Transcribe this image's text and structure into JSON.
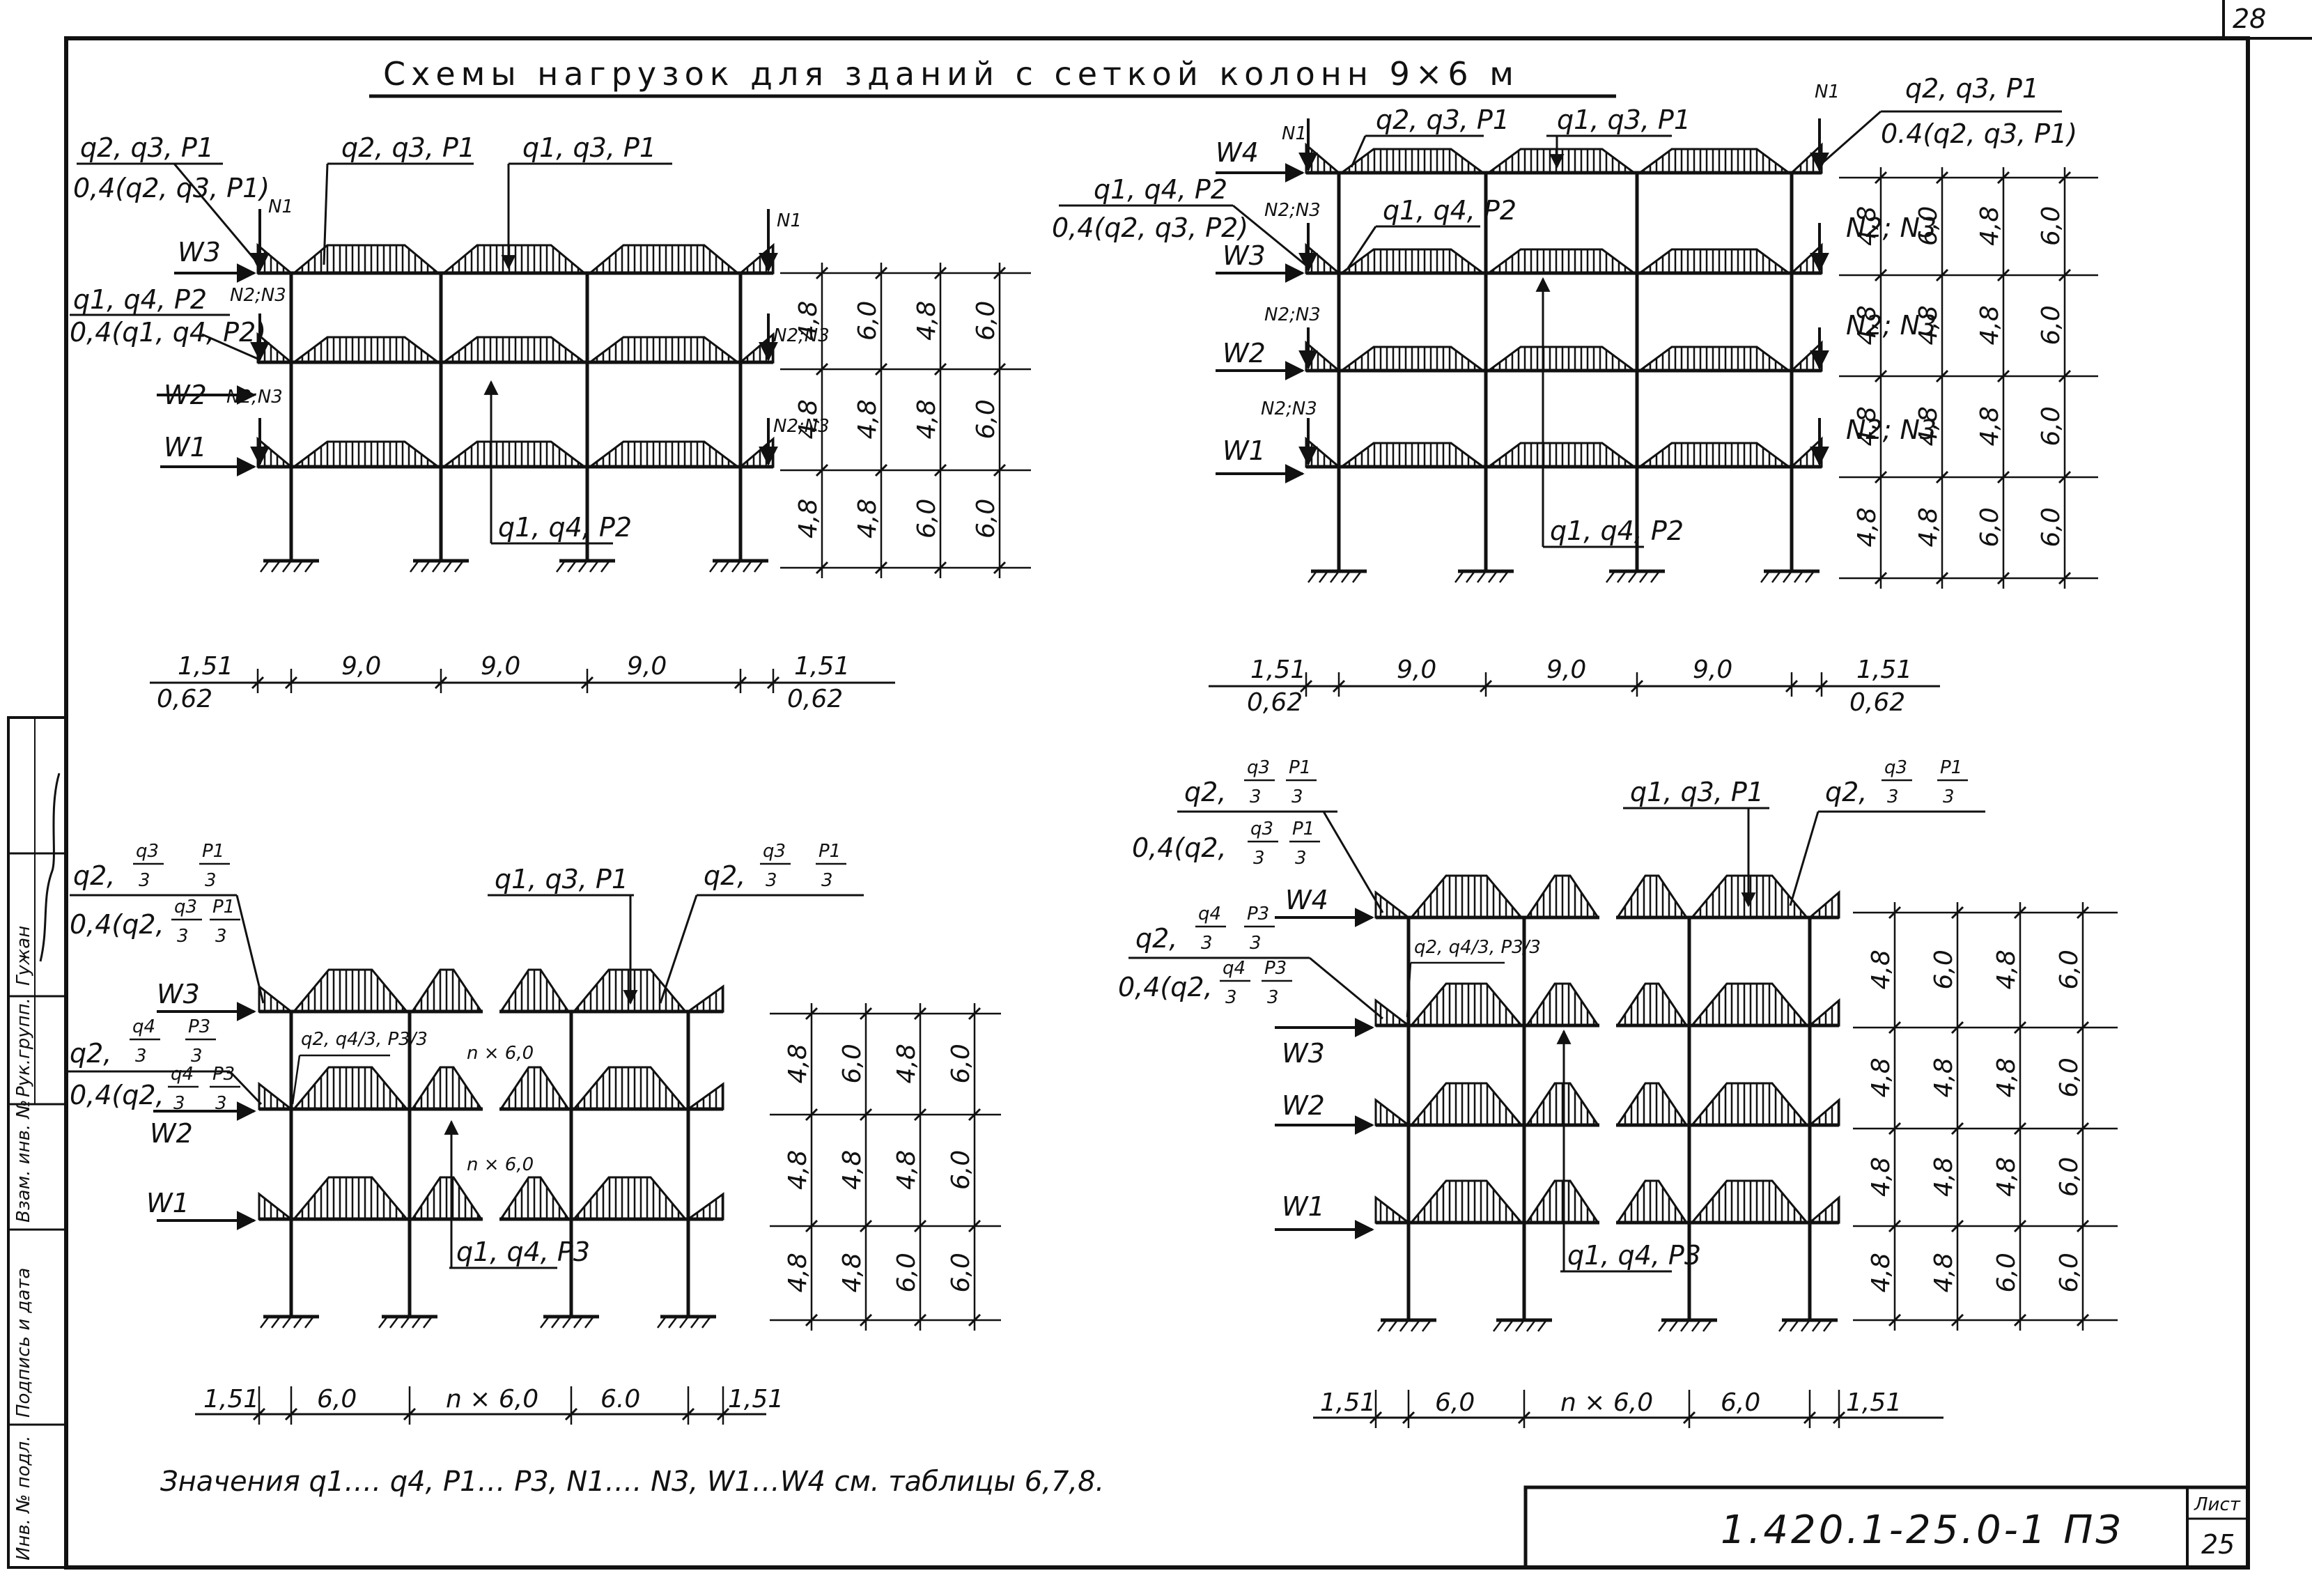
{
  "sheet": {
    "title": "Схемы нагрузок для зданий с сеткой колонн 9×6 м",
    "page_number": "28",
    "list_label": "Лист",
    "list_number": "25",
    "document_code": "1.420.1-25.0-1 ПЗ",
    "note": "Значения q1…. q4, P1… P3, N1…. N3, W1…W4 см. таблицы 6,7,8."
  },
  "side_stamp": {
    "inv_podl": "Инв. № подл.",
    "podpis_data": "Подпись и дата",
    "vzam_inv": "Взам. инв. №",
    "ruk_gr": "Рук.групп.",
    "name": "Гужан"
  },
  "top_left": {
    "lbl_left_top": "q2, q3, P1",
    "lbl_left_mid": "0,4(q2, q3, P1)",
    "lbl_beam_a": "q2, q3, P1",
    "lbl_beam_b": "q1, q3, P1",
    "lbl_left_2": "q1, q4, P2",
    "lbl_left_2b": "0,4(q1, q4, P2)",
    "lbl_bottom": "q1, q4, P2",
    "w3": "W3",
    "w2": "W2",
    "w1": "W1",
    "n1": "N1",
    "n1r": "N1",
    "n23a": "N2;N3",
    "n23b": "N2;N3",
    "n23c": "N2;N3",
    "n23d": "N2;N3",
    "dim_1": "1,51",
    "dim_1b": "0,62",
    "dim_2": "9,0",
    "dim_3": "9,0",
    "dim_4": "9,0",
    "dim_5": "1,51",
    "dim_5b": "0,62",
    "heights": [
      [
        "4,8",
        "6,0",
        "4,8",
        "6,0"
      ],
      [
        "4,8",
        "4,8",
        "4,8",
        "6,0"
      ],
      [
        "4,8",
        "4,8",
        "6,0",
        "6,0"
      ]
    ]
  },
  "top_right": {
    "lbl_n1": "N1",
    "lbl_n1r": "N1",
    "lbl_top_r": "q2, q3, P1",
    "lbl_top_r2": "0.4(q2, q3, P1)",
    "lbl_beam_a": "q2, q3, P1",
    "lbl_beam_b": "q1, q3, P1",
    "lbl_left_1": "q1, q4, P2",
    "lbl_left_1b": "0,4(q2, q3, P2)",
    "lbl_beam_c": "q1, q4, P2",
    "lbl_bottom": "q1, q4, P2",
    "w4": "W4",
    "w3": "W3",
    "w2": "W2",
    "w1": "W1",
    "n23a": "N2;N3",
    "n23b": "N2;N3",
    "n23c": "N2;N3",
    "n23r1": "N2; N3",
    "n23r2": "N2; N3",
    "n23r3": "N2; N3",
    "dim_1": "1,51",
    "dim_1b": "0,62",
    "dim_2": "9,0",
    "dim_3": "9,0",
    "dim_4": "9,0",
    "dim_5": "1,51",
    "dim_5b": "0,62",
    "heights": [
      [
        "4,8",
        "6,0",
        "4,8",
        "6,0"
      ],
      [
        "4,8",
        "4,8",
        "4,8",
        "6,0"
      ],
      [
        "4,8",
        "4,8",
        "4,8",
        "6,0"
      ],
      [
        "4,8",
        "4,8",
        "6,0",
        "6,0"
      ]
    ]
  },
  "bottom_left": {
    "lbl_a1": "q2,",
    "lbl_a1f1": "q3",
    "lbl_a1f1d": "3",
    "lbl_a1f2": "P1",
    "lbl_a1f2d": "3",
    "lbl_a2": "0,4(q2,",
    "lbl_a2f1": "q3",
    "lbl_a2f1d": "3",
    "lbl_a2f2": "P1",
    "lbl_a2f2d": "3",
    "lbl_beam_b": "q1, q3, P1",
    "lbl_r1": "q2,",
    "lbl_r1f1": "q3",
    "lbl_r1f1d": "3",
    "lbl_r1f2": "P1",
    "lbl_r1f2d": "3",
    "lbl_l2": "q2,",
    "lbl_l2f1": "q4",
    "lbl_l2f1d": "3",
    "lbl_l2f2": "P3",
    "lbl_l2f2d": "3",
    "lbl_l3": "0,4(q2,",
    "lbl_l3f1": "q4",
    "lbl_l3f1d": "3",
    "lbl_l3f2": "P3",
    "lbl_l3f2d": "3",
    "lbl_inner": "q2, q4/3, P3/3",
    "lbl_bottom": "q1, q4, P3",
    "w3": "W3",
    "w2": "W2",
    "w1": "W1",
    "dim_1": "1,51",
    "dim_2": "6,0",
    "dim_3": "n × 6,0",
    "dim_4": "6.0",
    "dim_5": "1,51",
    "heights": [
      [
        "4,8",
        "6,0",
        "4,8",
        "6,0"
      ],
      [
        "4,8",
        "4,8",
        "4,8",
        "6,0"
      ],
      [
        "4,8",
        "4,8",
        "6,0",
        "6,0"
      ]
    ]
  },
  "bottom_right": {
    "lbl_a1": "q2,",
    "lbl_a1f1": "q3",
    "lbl_a1f1d": "3",
    "lbl_a1f2": "P1",
    "lbl_a1f2d": "3",
    "lbl_a2": "0,4(q2,",
    "lbl_a2f1": "q3",
    "lbl_a2f1d": "3",
    "lbl_a2f2": "P1",
    "lbl_a2f2d": "3",
    "lbl_beam_b": "q1, q3, P1",
    "lbl_r1": "q2,",
    "lbl_r1f1": "q3",
    "lbl_r1f1d": "3",
    "lbl_r1f2": "P1",
    "lbl_r1f2d": "3",
    "lbl_l2": "q2,",
    "lbl_l2f1": "q4",
    "lbl_l2f1d": "3",
    "lbl_l2f2": "P3",
    "lbl_l2f2d": "3",
    "lbl_l3": "0,4(q2,",
    "lbl_l3f1": "q4",
    "lbl_l3f1d": "3",
    "lbl_l3f2": "P3",
    "lbl_l3f2d": "3",
    "lbl_inner": "q2, q4/3, P3/3",
    "lbl_bottom": "q1, q4, P3",
    "w4": "W4",
    "w3": "W3",
    "w2": "W2",
    "w1": "W1",
    "dim_1": "1,51",
    "dim_2": "6,0",
    "dim_3": "n × 6,0",
    "dim_4": "6,0",
    "dim_5": "1,51",
    "heights": [
      [
        "4,8",
        "6,0",
        "4,8",
        "6,0"
      ],
      [
        "4,8",
        "4,8",
        "4,8",
        "6,0"
      ],
      [
        "4,8",
        "4,8",
        "4,8",
        "6,0"
      ],
      [
        "4,8",
        "4,8",
        "6,0",
        "6,0"
      ]
    ]
  }
}
